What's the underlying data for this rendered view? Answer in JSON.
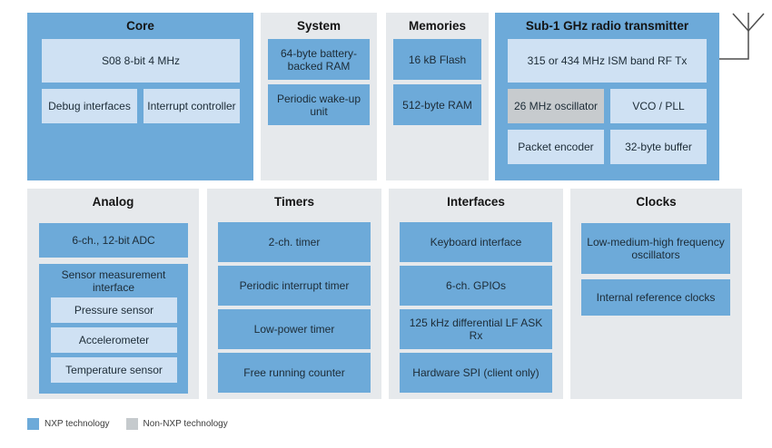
{
  "colors": {
    "nxp_blue": "#6daad9",
    "light_blue": "#cfe1f3",
    "panel_gray": "#e6e9ec",
    "non_nxp_gray": "#c7cbce"
  },
  "blocks": {
    "core": {
      "title": "Core",
      "cpu": "S08 8-bit 4 MHz",
      "debug": "Debug interfaces",
      "interrupt": "Interrupt controller"
    },
    "system": {
      "title": "System",
      "items": [
        "64-byte battery-backed RAM",
        "Periodic wake-up unit"
      ]
    },
    "memories": {
      "title": "Memories",
      "items": [
        "16 kB Flash",
        "512-byte RAM"
      ]
    },
    "radio": {
      "title": "Sub-1 GHz radio transmitter",
      "rf_tx": "315 or 434 MHz ISM band RF Tx",
      "oscillator": "26 MHz oscillator",
      "vco": "VCO / PLL",
      "packet_encoder": "Packet encoder",
      "buffer": "32-byte buffer"
    },
    "analog": {
      "title": "Analog",
      "adc": "6-ch., 12-bit ADC",
      "sensor_interface": "Sensor measurement interface",
      "sensors": [
        "Pressure sensor",
        "Accelerometer",
        "Temperature sensor"
      ]
    },
    "timers": {
      "title": "Timers",
      "items": [
        "2-ch. timer",
        "Periodic interrupt timer",
        "Low-power timer",
        "Free running counter"
      ]
    },
    "interfaces": {
      "title": "Interfaces",
      "items": [
        "Keyboard interface",
        "6-ch. GPIOs",
        "125 kHz differential LF ASK Rx",
        "Hardware SPI (client only)"
      ]
    },
    "clocks": {
      "title": "Clocks",
      "items": [
        "Low-medium-high frequency oscillators",
        "Internal reference clocks"
      ]
    }
  },
  "legend": {
    "nxp": "NXP technology",
    "non_nxp": "Non-NXP technology"
  }
}
